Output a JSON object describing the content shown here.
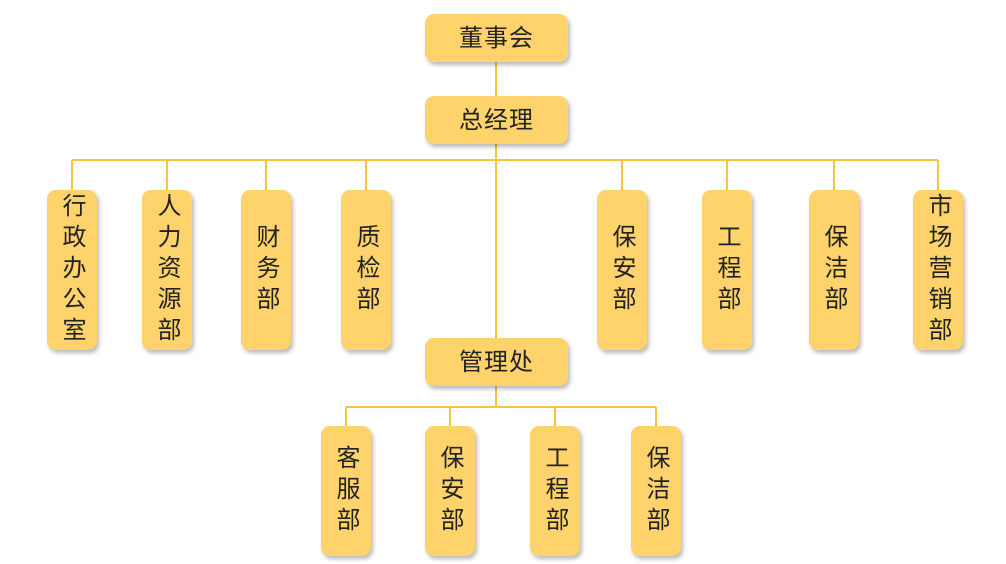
{
  "line_color": "#F5C542",
  "box_color": "#FFD36B",
  "nodes": {
    "board": "董事会",
    "gm": "总经理",
    "dept_admin": "行政办公室",
    "dept_hr": "人力资源部",
    "dept_finance": "财务部",
    "dept_quality": "质检部",
    "dept_security": "保安部",
    "dept_engineering": "工程部",
    "dept_cleaning": "保洁部",
    "dept_marketing": "市场营销部",
    "mgmt": "管理处",
    "mgmt_service": "客服部",
    "mgmt_security": "保安部",
    "mgmt_engineering": "工程部",
    "mgmt_cleaning": "保洁部"
  }
}
